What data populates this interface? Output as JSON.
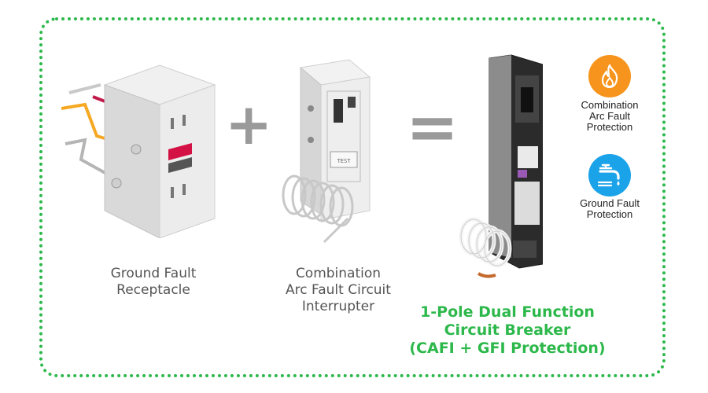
{
  "colors": {
    "frame_border": "#2db84b",
    "title_green": "#2db84b",
    "operator_gray": "#9a9a9a",
    "fire_badge": "#f7941d",
    "water_badge": "#1aa3e8",
    "gfci_button_red": "#d31145"
  },
  "operators": {
    "plus": "+",
    "equals": "="
  },
  "items": {
    "receptacle": {
      "label": "Ground Fault\nReceptacle"
    },
    "interrupter": {
      "label": "Combination\nArc Fault Circuit\nInterrupter",
      "test_text": "TEST"
    },
    "breaker": {
      "label": "1-Pole Dual Function\nCircuit Breaker\n(CAFI + GFI Protection)"
    }
  },
  "features": [
    {
      "icon": "fire-icon",
      "label": "Combination\nArc Fault\nProtection"
    },
    {
      "icon": "water-faucet-icon",
      "label": "Ground Fault\nProtection"
    }
  ]
}
